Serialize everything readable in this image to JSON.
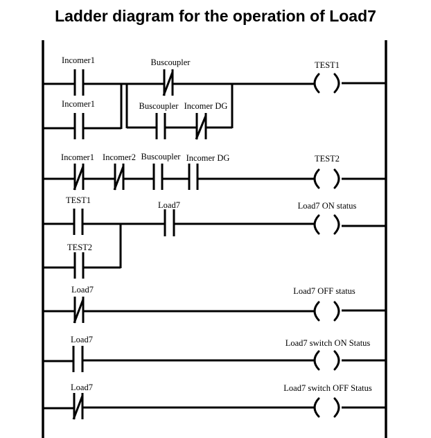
{
  "title": "Ladder diagram for the operation of Load7",
  "rungs": [
    {
      "contacts": [
        {
          "label": "Incomer1",
          "type": "NO"
        },
        {
          "label": "Buscoupler",
          "type": "NC"
        }
      ],
      "branches": [
        {
          "label": "Incomer1",
          "type": "NO"
        },
        {
          "label": "Buscoupler",
          "type": "NO"
        },
        {
          "label": "Incomer DG",
          "type": "NC"
        }
      ],
      "coil": "TEST1"
    },
    {
      "contacts": [
        {
          "label": "Incomer1",
          "type": "NC"
        },
        {
          "label": "Incomer2",
          "type": "NC"
        },
        {
          "label": "Buscoupler",
          "type": "NO"
        },
        {
          "label": "Incomer DG",
          "type": "NO"
        }
      ],
      "coil": "TEST2"
    },
    {
      "contacts": [
        {
          "label": "TEST1",
          "type": "NO"
        },
        {
          "label": "Load7",
          "type": "NO"
        }
      ],
      "branches": [
        {
          "label": "TEST2",
          "type": "NO"
        }
      ],
      "coil": "Load7 ON status"
    },
    {
      "contacts": [
        {
          "label": "Load7",
          "type": "NC"
        }
      ],
      "coil": "Load7 OFF status"
    },
    {
      "contacts": [
        {
          "label": "Load7",
          "type": "NO"
        }
      ],
      "coil": "Load7 switch ON Status"
    },
    {
      "contacts": [
        {
          "label": "Load7",
          "type": "NC"
        }
      ],
      "coil": "Load7 switch OFF Status"
    }
  ]
}
